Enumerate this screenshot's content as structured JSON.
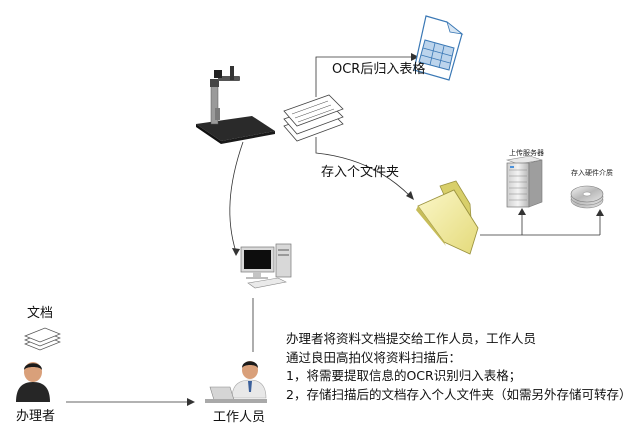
{
  "labels": {
    "ocr_to_table": "OCR后归入表格",
    "save_to_folder": "存入个文件夹",
    "upload_server": "上传服务器",
    "save_hardware": "存入硬件介质",
    "document": "文档",
    "applicant": "办理者",
    "staff": "工作人员"
  },
  "description": [
    "办理者将资料文档提交给工作人员，工作人员",
    "通过良田高拍仪将资料扫描后：",
    "1，将需要提取信息的OCR识别归入表格；",
    "2，存储扫描后的文档存入个人文件夹（如需另外存储可转存）"
  ],
  "colors": {
    "line": "#333333",
    "folder": "#f2ec9c",
    "folder_edge": "#9c9440",
    "sheet_blue": "#3a78b5"
  }
}
